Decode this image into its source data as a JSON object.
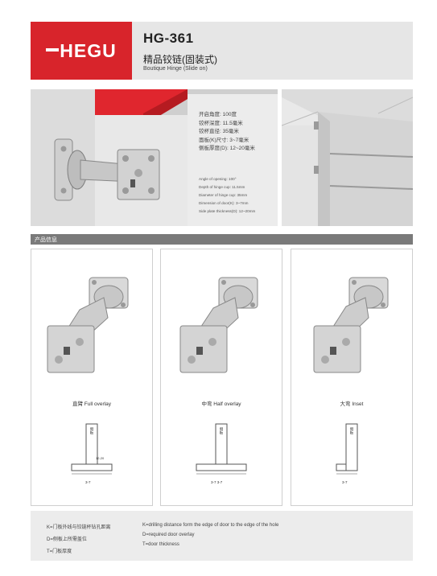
{
  "header": {
    "logo_text": "HEGU",
    "model": "HG-361",
    "name_cn": "精品铰链(固装式)",
    "name_en": "Boutique Hinge (Slide on)"
  },
  "specs_cn": [
    "开启角度: 100度",
    "铰杯深度: 11.5毫米",
    "铰杯直径: 35毫米",
    "面板(K)尺寸: 3~7毫米",
    "侧板厚度(D): 12~20毫米"
  ],
  "specs_en": [
    "Angle of opening: 100°",
    "Depth of hinge cup: 11.5mm",
    "Diameter of hinge cup: 35mm",
    "Dimension of door(K): 3~7mm",
    "Side plate thickness(D): 12~20mm"
  ],
  "section_title": "产品信息",
  "products": [
    {
      "label": "直臂 Full overlay",
      "diagram_text": "侧板",
      "dim": "3-7"
    },
    {
      "label": "中弯 Half overlay",
      "diagram_text": "侧板",
      "dim": "3-7 3-7"
    },
    {
      "label": "大弯 Inset",
      "diagram_text": "侧板",
      "dim": "3-7"
    }
  ],
  "diagram_dim": "12-20",
  "legend_cn": [
    "K=门板外线与铰链杯钻孔距离",
    "D=侧板上所需盖位",
    "T=门板厚度"
  ],
  "legend_en": [
    "K=drilling distance form the edge of door to the edge of the hole",
    "D=required door overlay",
    "T=door thickness"
  ],
  "colors": {
    "brand_red": "#d8242b",
    "section_gray": "#7a7a7a"
  }
}
